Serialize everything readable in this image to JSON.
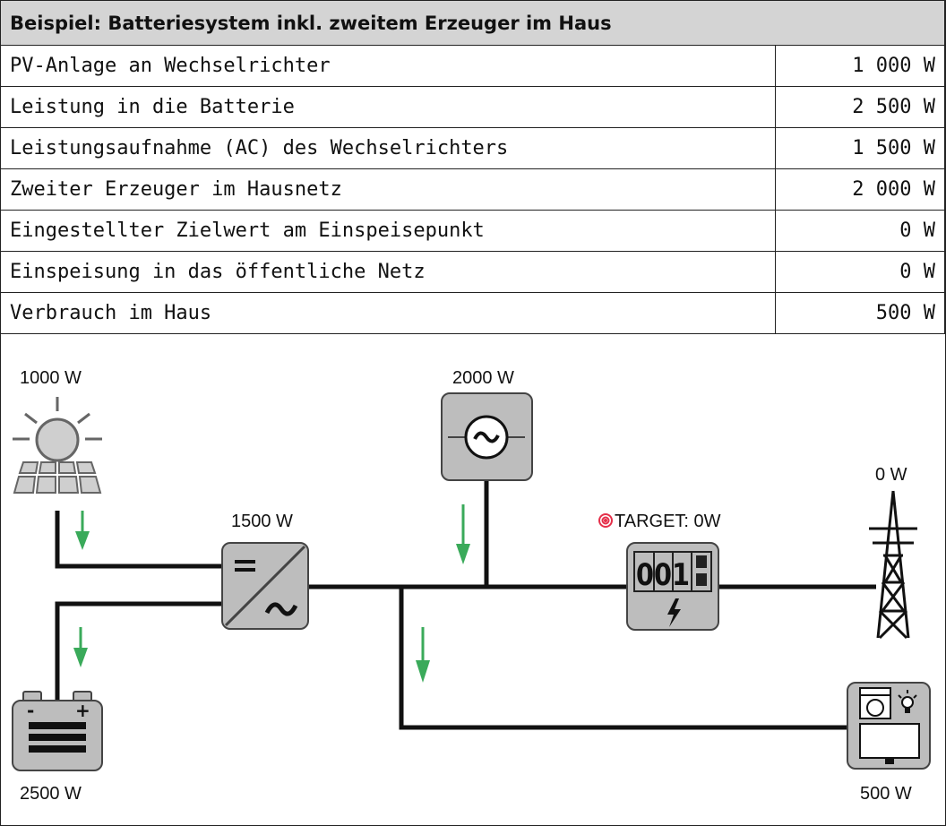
{
  "table": {
    "title": "Beispiel: Batteriesystem inkl. zweitem Erzeuger im Haus",
    "rows": [
      {
        "label": "PV-Anlage an Wechselrichter",
        "value": "1 000 W"
      },
      {
        "label": "Leistung in die Batterie",
        "value": "2 500 W"
      },
      {
        "label": "Leistungsaufnahme (AC) des Wechselrichters",
        "value": "1 500 W"
      },
      {
        "label": "Zweiter Erzeuger im Hausnetz",
        "value": "2 000 W"
      },
      {
        "label": "Eingestellter Zielwert am Einspeisepunkt",
        "value": "0 W"
      },
      {
        "label": "Einspeisung in das öffentliche Netz",
        "value": "0 W"
      },
      {
        "label": "Verbrauch im Haus",
        "value": "500 W"
      }
    ]
  },
  "diagram": {
    "pv_label": "1000 W",
    "inverter_label": "1500 W",
    "generator_label": "2000 W",
    "target_label": "TARGET: 0W",
    "grid_label": "0 W",
    "battery_label": "2500 W",
    "consumer_label": "500 W",
    "meter_digits": "001",
    "inverter_symbol_top": "=",
    "inverter_symbol_bottom": "~",
    "battery_minus": "-",
    "battery_plus": "+"
  },
  "colors": {
    "header_bg": "#d4d4d4",
    "device_fill": "#bdbdbd",
    "arrow_green": "#3aaa5a",
    "target_red": "#e5304a",
    "line": "#111111"
  },
  "icons": [
    "sun-icon",
    "solar-panel-icon",
    "inverter-icon",
    "generator-icon",
    "meter-icon",
    "grid-tower-icon",
    "battery-icon",
    "consumer-icon",
    "target-icon",
    "flow-arrow-icon"
  ]
}
